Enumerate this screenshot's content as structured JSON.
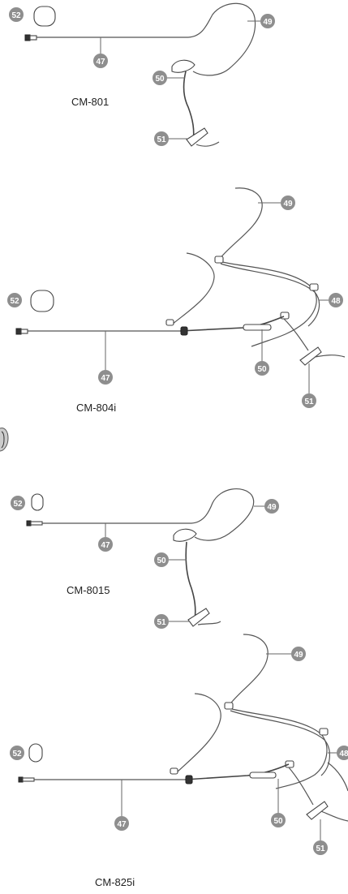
{
  "callouts": {
    "n47": "47",
    "n48": "48",
    "n49": "49",
    "n50": "50",
    "n51": "51",
    "n52": "52"
  },
  "models": {
    "m1": "CM-801",
    "m2": "CM-804i",
    "m3": "CM-8015",
    "m4": "CM-825i"
  },
  "colors": {
    "badge": "#8e8e8e",
    "line": "#555555"
  }
}
